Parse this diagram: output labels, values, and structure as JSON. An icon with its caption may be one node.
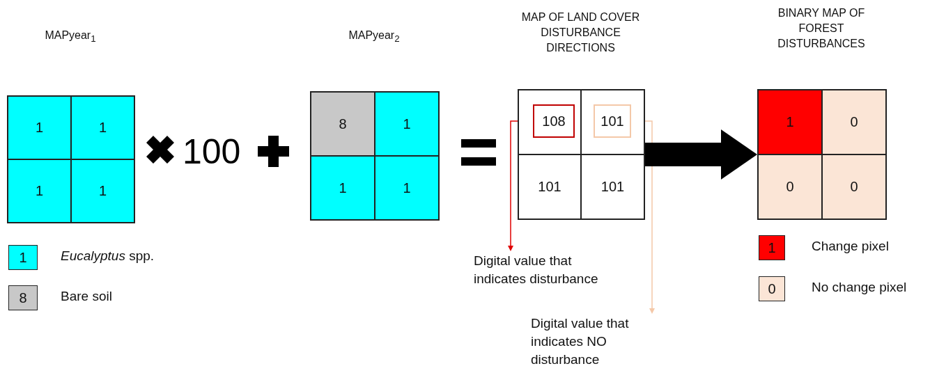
{
  "diagram": {
    "nodes": [
      {
        "text": [
          "MAPyear$_{1}$"
        ]
      },
      {
        "text": [
          "1"
        ],
        "in": 0
      },
      {
        "text": [
          "1"
        ],
        "in": 0
      },
      {
        "text": [
          "1"
        ],
        "in": 0
      },
      {
        "text": [
          "1"
        ],
        "in": 0
      },
      {
        "text": [
          "MAPyear$_{2}$"
        ]
      },
      {
        "text": [
          "8"
        ],
        "in": 5
      },
      {
        "text": [
          "1"
        ],
        "in": 5
      },
      {
        "text": [
          "1"
        ],
        "in": 5
      },
      {
        "text": [
          "1"
        ],
        "in": 5
      },
      {
        "text": [
          "MAP OF LAND COVER DISTURBANCE DIRECTIONS"
        ]
      },
      {
        "text": [],
        "shape": "box",
        "in": 10
      },
      {
        "text": [
          "108"
        ],
        "in": 11
      },
      {
        "text": [],
        "shape": "box",
        "in": 10
      },
      {
        "text": [
          "101"
        ],
        "in": 13
      },
      {
        "text": [
          "101"
        ],
        "in": 10
      },
      {
        "text": [
          "101"
        ],
        "in": 10
      },
      {
        "text": [
          "Digital value that indicates disturbance"
        ]
      },
      {
        "text": [
          "Digital value that indicates NO disturbance"
        ]
      },
      {
        "text": [
          "BINARY MAP OF FOREST DISTURBANCES"
        ]
      },
      {
        "text": [
          "1"
        ],
        "in": 19
      },
      {
        "text": [
          "0"
        ],
        "in": 19
      },
      {
        "text": [
          "0"
        ],
        "in": 19
      },
      {
        "text": [
          "0"
        ],
        "in": 19
      },
      {
        "text": [
          "1"
        ],
        "beside": [
          "*Eucalyptus* spp."
        ]
      },
      {
        "text": [
          "8"
        ],
        "beside": [
          "Bare soil"
        ]
      },
      {
        "text": [
          "1"
        ],
        "beside": [
          "Change pixel"
        ]
      },
      {
        "text": [
          "0"
        ],
        "beside": [
          "No change pixel"
        ]
      }
    ],
    "edges": [
      {
        "from": 12,
        "to": 17,
        "arrow": "to",
        "color": "#e00000"
      },
      {
        "from": 14,
        "to": 18,
        "arrow": "to",
        "color": "#f4c8a8"
      },
      {
        "from": 10,
        "to": 19,
        "arrow": "to",
        "style": "thick",
        "color": "#000000"
      }
    ],
    "labels": [
      "100"
    ]
  }
}
